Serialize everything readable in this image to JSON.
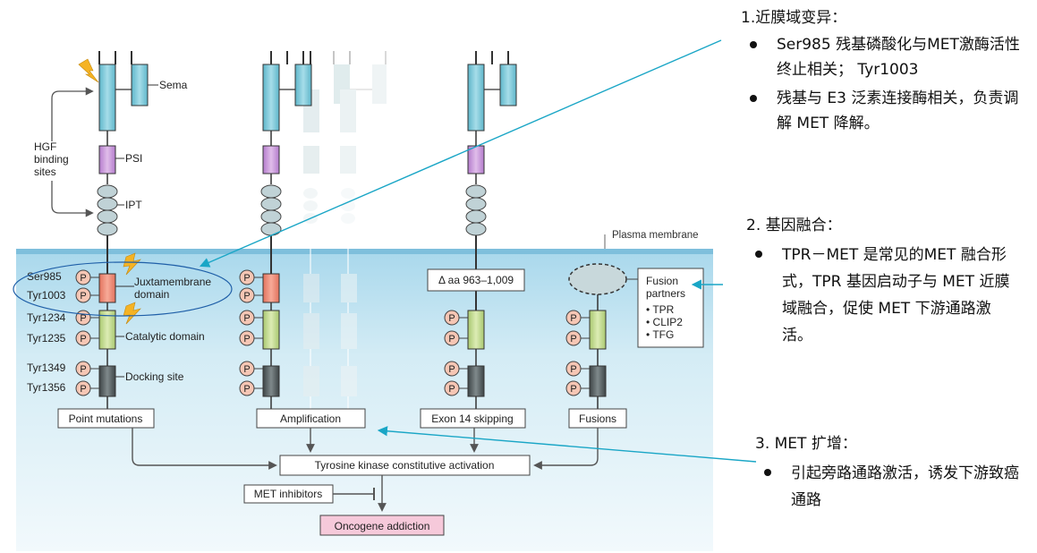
{
  "diagram": {
    "domains": {
      "sema": "Sema",
      "psi": "PSI",
      "ipt": "IPT",
      "jm": "Juxtamembrane domain",
      "jm_l1": "Juxtamembrane",
      "jm_l2": "domain",
      "catalytic": "Catalytic domain",
      "docking": "Docking site"
    },
    "hgf": [
      "HGF",
      "binding",
      "sites"
    ],
    "residues": {
      "ser985": "Ser985",
      "tyr1003": "Tyr1003",
      "tyr1234": "Tyr1234",
      "tyr1235": "Tyr1235",
      "tyr1349": "Tyr1349",
      "tyr1356": "Tyr1356"
    },
    "p": "P",
    "membrane": "Plasma membrane",
    "deletion": "Δ aa 963–1,009",
    "fusion": {
      "l1": "Fusion",
      "l2": "partners",
      "items": [
        "• TPR",
        "• CLIP2",
        "• TFG"
      ]
    },
    "mechanisms": {
      "point": "Point mutations",
      "amp": "Amplification",
      "exon14": "Exon 14 skipping",
      "fusions": "Fusions"
    },
    "activation": "Tyrosine kinase constitutive activation",
    "inhibitors": "MET inhibitors",
    "addiction": "Oncogene addiction"
  },
  "notes": {
    "n1": {
      "title": "1.近膜域变异：",
      "b1": "Ser985 残基磷酸化与MET激酶活性终止相关； Tyr1003",
      "b2": "残基与 E3 泛素连接酶相关，负责调解 MET 降解。"
    },
    "n2": {
      "title": "2.     基因融合：",
      "b1": "TPR－MET 是常见的MET 融合形式，TPR 基因启动子与 MET 近膜域融合，促使 MET 下游通路激活。"
    },
    "n3": {
      "title": "3.      MET 扩增：",
      "b1": "引起旁路通路激活，诱发下游致癌通路"
    }
  },
  "colors": {
    "cyan": "#7cc6d6",
    "lilac": "#cc99dd",
    "salmon": "#f08c78",
    "lime": "#c5dd8c",
    "dark": "#505a5c",
    "arrow": "#1aa6c6",
    "membrane": "#8cc8e2",
    "cell": "#d6edf5"
  }
}
